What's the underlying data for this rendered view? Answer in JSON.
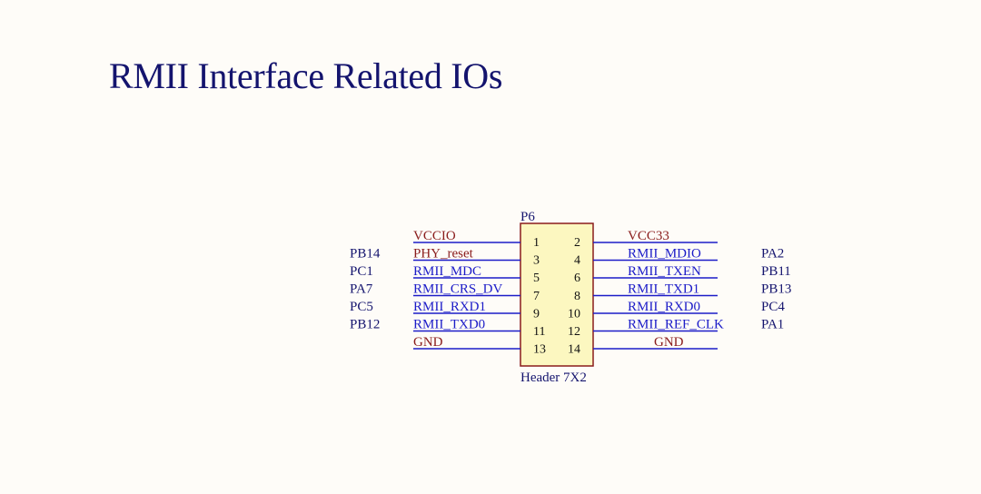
{
  "title": "RMII Interface Related IOs",
  "component": {
    "designator": "P6",
    "type": "Header 7X2",
    "body_color": "#fcf7c0",
    "body_stroke": "#8a1c1c"
  },
  "left_pins": [
    {
      "pin": "1",
      "net": "VCCIO",
      "port": "",
      "net_type": "power"
    },
    {
      "pin": "3",
      "net": "PHY_reset",
      "port": "PB14",
      "net_type": "power"
    },
    {
      "pin": "5",
      "net": "RMII_MDC",
      "port": "PC1",
      "net_type": "signal"
    },
    {
      "pin": "7",
      "net": "RMII_CRS_DV",
      "port": "PA7",
      "net_type": "signal"
    },
    {
      "pin": "9",
      "net": "RMII_RXD1",
      "port": "PC5",
      "net_type": "signal"
    },
    {
      "pin": "11",
      "net": "RMII_TXD0",
      "port": "PB12",
      "net_type": "signal"
    },
    {
      "pin": "13",
      "net": "GND",
      "port": "",
      "net_type": "power"
    }
  ],
  "right_pins": [
    {
      "pin": "2",
      "net": "VCC33",
      "port": "",
      "net_type": "power"
    },
    {
      "pin": "4",
      "net": "RMII_MDIO",
      "port": "PA2",
      "net_type": "signal"
    },
    {
      "pin": "6",
      "net": "RMII_TXEN",
      "port": "PB11",
      "net_type": "signal"
    },
    {
      "pin": "8",
      "net": "RMII_TXD1",
      "port": "PB13",
      "net_type": "signal"
    },
    {
      "pin": "10",
      "net": "RMII_RXD0",
      "port": "PC4",
      "net_type": "signal"
    },
    {
      "pin": "12",
      "net": "RMII_REF_CLK",
      "port": "PA1",
      "net_type": "signal"
    },
    {
      "pin": "14",
      "net": "GND",
      "port": "",
      "net_type": "power"
    }
  ],
  "colors": {
    "title": "#14146e",
    "wire": "#1c1cc8",
    "net_power": "#8a1c1c",
    "net_signal": "#1c1cc8",
    "port_label": "#14146e",
    "pin_number": "#111111"
  }
}
